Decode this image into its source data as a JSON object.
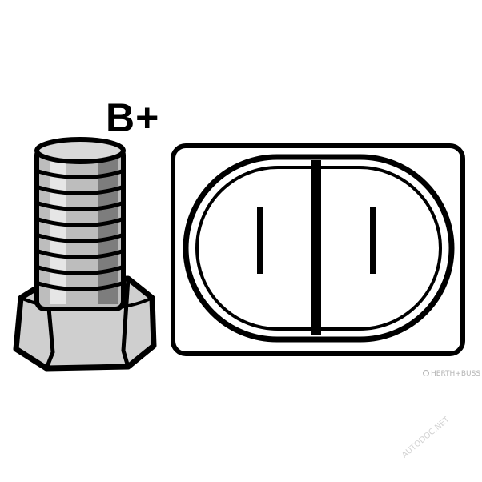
{
  "terminal_label": "B+",
  "watermarks": {
    "brand": "HERTH+BUSS",
    "site": "AUTODOC.NET"
  },
  "colors": {
    "ink": "#000000",
    "background": "#ffffff",
    "bolt_shade": "#b9b9b9",
    "watermark": "#b4b4b4"
  },
  "icons": {
    "bolt": "b-plus-terminal-bolt-icon",
    "plug": "two-pin-connector-plug-icon"
  },
  "connector": {
    "pin_count": 2
  }
}
